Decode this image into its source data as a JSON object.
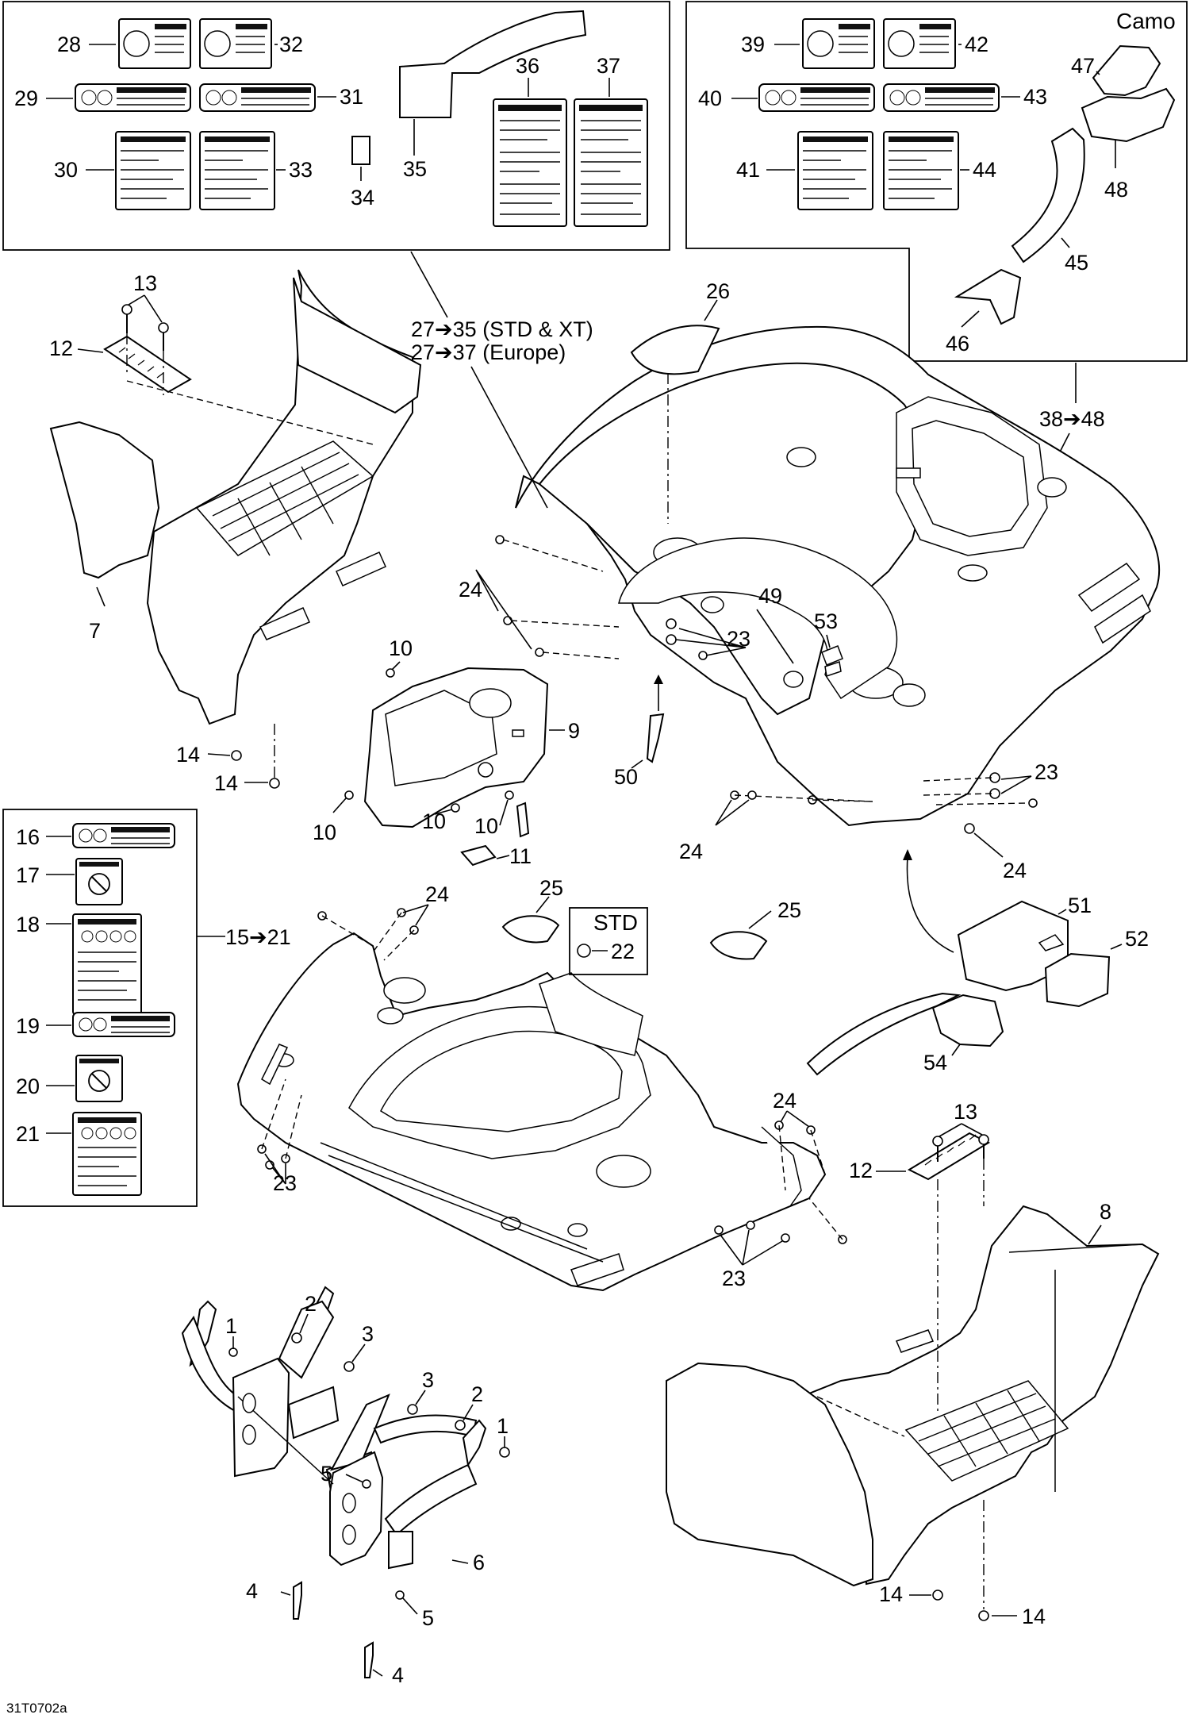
{
  "drawing_code": "31T0702a",
  "group_labels": {
    "decals_std_xt": "27➔35 (STD & XT)",
    "decals_europe": "27➔37 (Europe)",
    "camo_range": "38➔48",
    "camo_title": "Camo",
    "front_decals": "15➔21",
    "std_note": "STD"
  },
  "callouts": {
    "n1": "1",
    "n2": "2",
    "n3": "3",
    "n4": "4",
    "n5": "5",
    "n6": "6",
    "n7": "7",
    "n8": "8",
    "n9": "9",
    "n10": "10",
    "n11": "11",
    "n12": "12",
    "n13": "13",
    "n14": "14",
    "n16": "16",
    "n17": "17",
    "n18": "18",
    "n19": "19",
    "n20": "20",
    "n21": "21",
    "n22": "22",
    "n23": "23",
    "n24": "24",
    "n25": "25",
    "n26": "26",
    "n28": "28",
    "n29": "29",
    "n30": "30",
    "n31": "31",
    "n32": "32",
    "n33": "33",
    "n34": "34",
    "n35": "35",
    "n36": "36",
    "n37": "37",
    "n39": "39",
    "n40": "40",
    "n41": "41",
    "n42": "42",
    "n43": "43",
    "n44": "44",
    "n45": "45",
    "n46": "46",
    "n47": "47",
    "n48": "48",
    "n49": "49",
    "n50": "50",
    "n51": "51",
    "n52": "52",
    "n53": "53",
    "n54": "54"
  }
}
